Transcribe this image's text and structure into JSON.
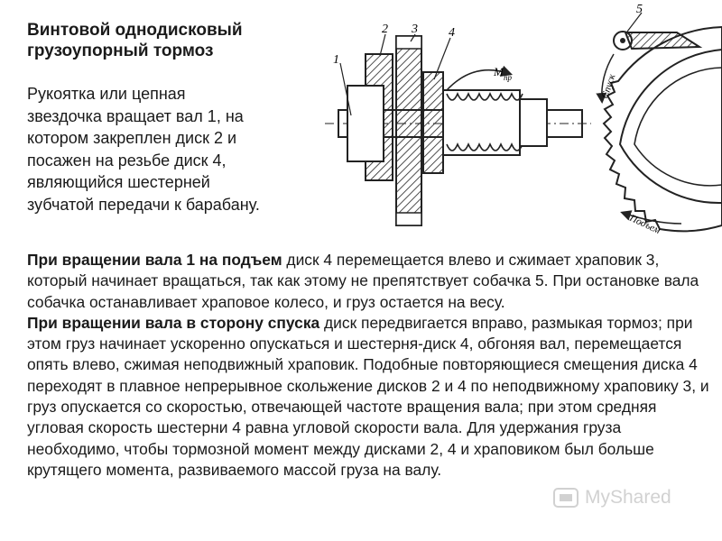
{
  "title": {
    "line1": "Винтовой однодисковый",
    "line2": "грузоупорный тормоз"
  },
  "intro": {
    "lines": [
      "Рукоятка или цепная",
      "звездочка вращает вал 1, на",
      "котором закреплен диск 2 и",
      "посажен на резьбе диск 4,",
      "являющийся шестерней",
      "зубчатой передачи к барабану."
    ]
  },
  "body": {
    "p1_bold": "При вращении вала 1 на подъем",
    "p1_rest": " диск 4 перемещается влево и сжимает храповик 3, который начинает вращаться, так как этому не препятствует собачка 5. При остановке вала собачка останавливает храповое колесо, и груз остается на весу.",
    "p2_bold": "При вращении вала в сторону спуска",
    "p2_rest": " диск передвигается вправо, размыкая тормоз; при этом груз начинает ускоренно опускаться и шестерня-диск 4, обгоняя вал, перемещается опять влево, сжимая неподвижный храповик. Подобные повторяющиеся смещения диска 4 переходят в плавное непрерывное скольжение дисков 2 и 4 по неподвижному храповику 3, и груз опускается со скоростью, отвечающей частоте вращения вала; при этом средняя угловая скорость шестерни 4 равна угловой скорости вала. Для удержания груза необходимо, чтобы тормозной момент между дисками 2, 4 и храповиком был больше крутящего момента, развиваемого массой груза на валу."
  },
  "diagram": {
    "label_1": "1",
    "label_2": "2",
    "label_3": "3",
    "label_4": "4",
    "label_5": "5",
    "moment_label": "M",
    "moment_sub": "пр",
    "descent_label": "Спуск",
    "ascent_label": "Подъем"
  },
  "watermark": {
    "text": "MyShared"
  }
}
